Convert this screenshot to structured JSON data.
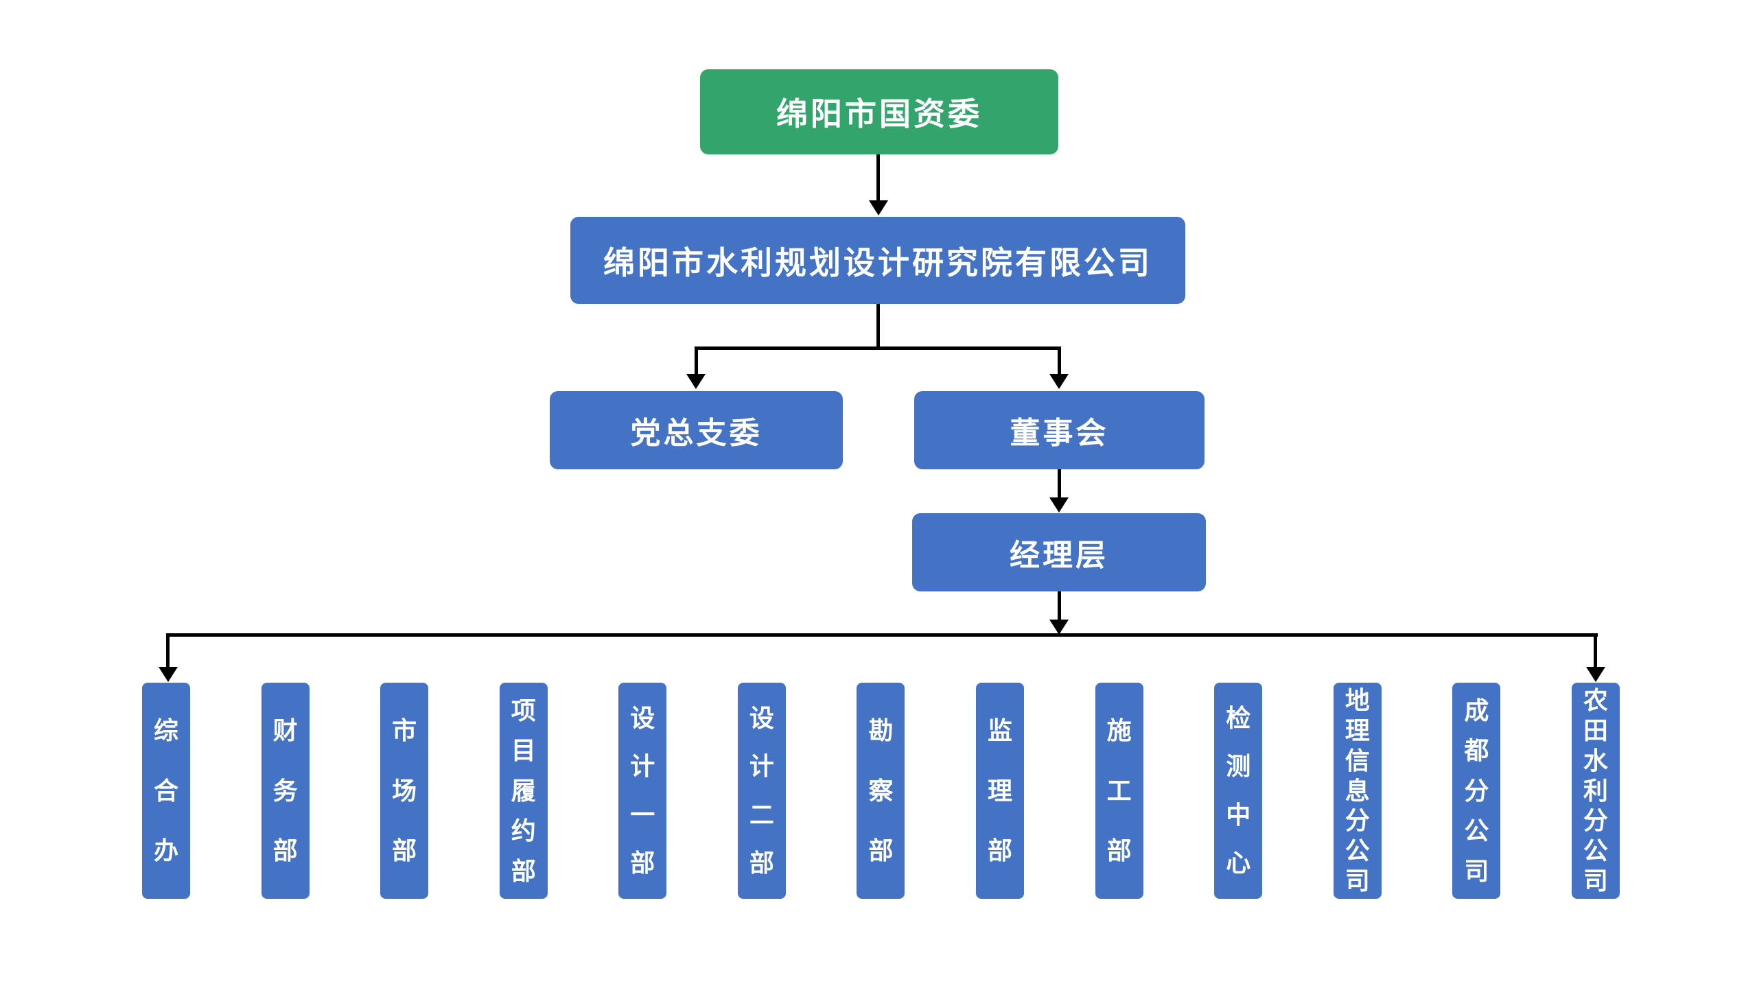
{
  "page": {
    "background": "#ffffff"
  },
  "colors": {
    "root_box_fill": "#34a46d",
    "box_fill": "#4472c4",
    "box_text": "#ffffff",
    "connector": "#000000"
  },
  "org": {
    "root": {
      "label": "绵阳市国资委"
    },
    "company": {
      "label": "绵阳市水利规划设计研究院有限公司"
    },
    "party_committee": {
      "label": "党总支委"
    },
    "board": {
      "label": "董事会"
    },
    "management": {
      "label": "经理层"
    },
    "departments": [
      {
        "label": "综合办"
      },
      {
        "label": "财务部"
      },
      {
        "label": "市场部"
      },
      {
        "label": "项目履约部"
      },
      {
        "label": "设计一部"
      },
      {
        "label": "设计二部"
      },
      {
        "label": "勘察部"
      },
      {
        "label": "监理部"
      },
      {
        "label": "施工部"
      },
      {
        "label": "检测中心"
      },
      {
        "label": "地理信息分公司"
      },
      {
        "label": "成都分公司"
      },
      {
        "label": "农田水利分公司"
      }
    ]
  }
}
